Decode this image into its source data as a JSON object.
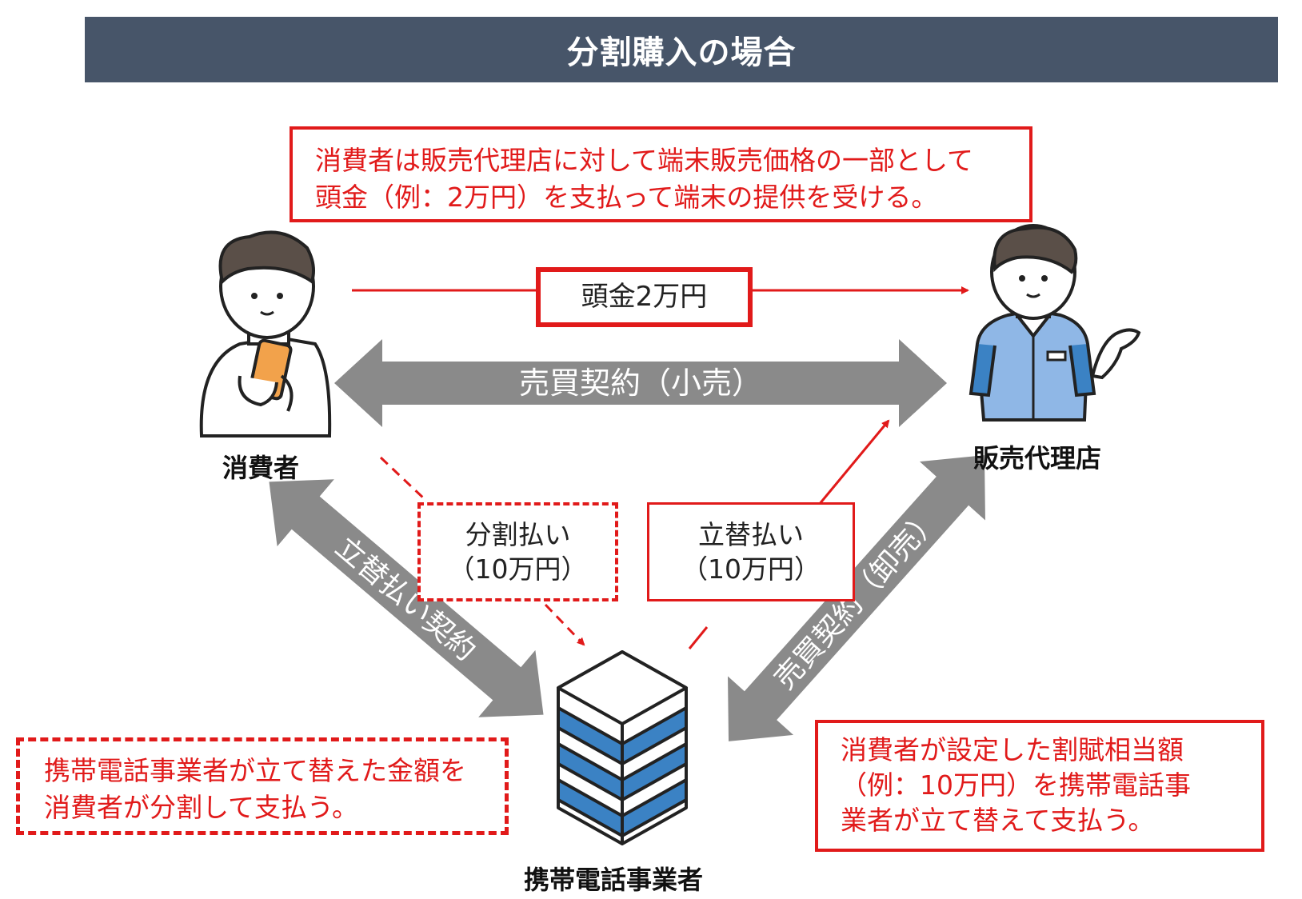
{
  "title": "分割購入の場合",
  "top_note": {
    "lines": [
      "消費者は販売代理店に対して端末販売価格の一部として",
      "頭金（例：2万円）を支払って端末の提供を受ける。"
    ]
  },
  "parties": {
    "consumer": "消費者",
    "agency": "販売代理店",
    "carrier": "携帯電話事業者"
  },
  "arrows": {
    "down_payment": "頭金2万円",
    "retail_contract": "売買契約（小売）",
    "advance_contract": "立替払い契約",
    "wholesale_contract": "売買契約（卸売）"
  },
  "flows": {
    "installment": {
      "line1": "分割払い",
      "line2": "（10万円）"
    },
    "advance": {
      "line1": "立替払い",
      "line2": "（10万円）"
    }
  },
  "bottom_left_note": {
    "lines": [
      "携帯電話事業者が立て替えた金額を",
      "消費者が分割して支払う。"
    ]
  },
  "bottom_right_note": {
    "lines": [
      "消費者が設定した割賦相当額",
      "（例：10万円）を携帯電話事",
      "業者が立て替えて支払う。"
    ]
  },
  "colors": {
    "accent_red": "#e11a1a",
    "arrow_gray": "#8a8a8a",
    "title_bar": "#475569",
    "server_blue": "#3b82c4",
    "staff_shirt": "#8fb7e6",
    "phone_orange": "#f2a24b"
  }
}
